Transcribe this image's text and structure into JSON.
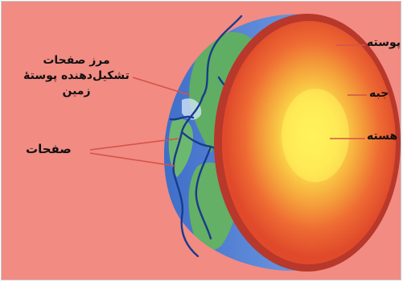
{
  "labels": {
    "plate_boundary_line1": "مرز صفحات",
    "plate_boundary_line2": "تشکیل‌دهنده پوستهٔ",
    "plate_boundary_line3": "زمین",
    "plates": "صفحات",
    "crust": "پوسته",
    "mantle": "جبه",
    "core": "هسته"
  },
  "colors": {
    "background": "#f28b82",
    "ocean": "#4f7fd4",
    "land": "#5fae63",
    "crust_edge": "#b8382b",
    "mantle": "#e8522f",
    "core_outer": "#f5a43c",
    "core_inner": "#fff35c",
    "plate_boundary": "#1a3b8c",
    "leader_line": "#d2544a"
  }
}
